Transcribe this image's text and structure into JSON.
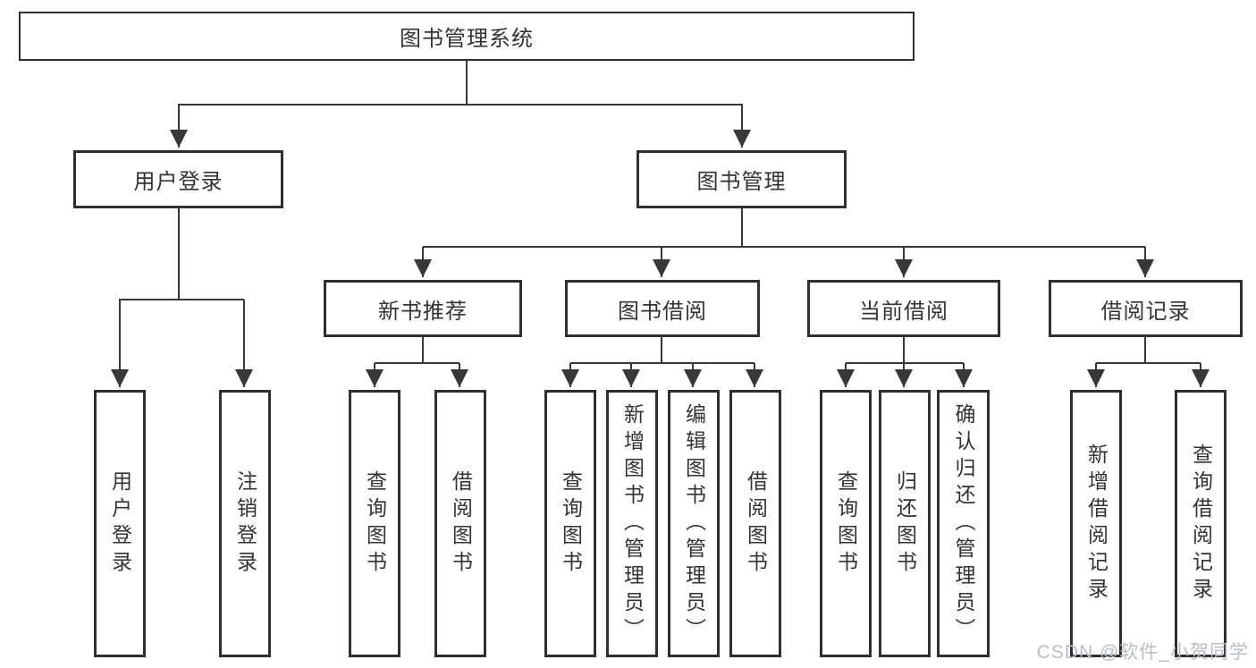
{
  "diagram_title": "图书管理系统",
  "colors": {
    "line": "#383838",
    "border": "#2f2f2f",
    "text": "#333333",
    "watermark": "#b9bec6",
    "background": "#ffffff"
  },
  "tree": {
    "root": {
      "label": "图书管理系统"
    },
    "level2": [
      {
        "label": "用户登录",
        "children": [
          "用户登录",
          "注销登录"
        ]
      },
      {
        "label": "图书管理"
      }
    ],
    "level3": [
      {
        "label": "新书推荐",
        "children": [
          "查询图书",
          "借阅图书"
        ]
      },
      {
        "label": "图书借阅",
        "children": [
          "查询图书",
          "新增图书（管理员）",
          "编辑图书（管理员）",
          "借阅图书"
        ]
      },
      {
        "label": "当前借阅",
        "children": [
          "查询图书",
          "归还图书",
          "确认归还（管理员）"
        ]
      },
      {
        "label": "借阅记录",
        "children": [
          "新增借阅记录",
          "查询借阅记录"
        ]
      }
    ]
  },
  "watermark": {
    "text": "CSDN @软件_小贺同学"
  }
}
